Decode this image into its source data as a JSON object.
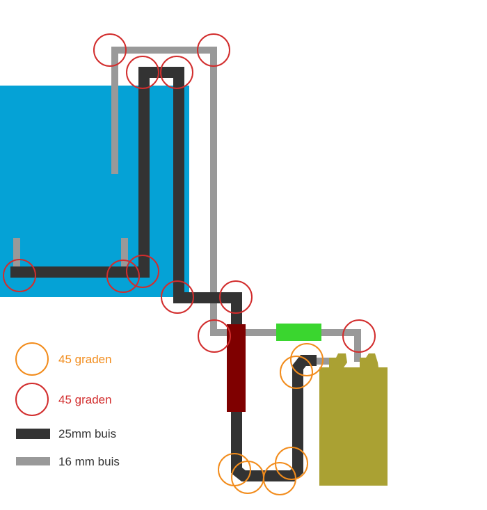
{
  "legend": {
    "items": [
      {
        "label": "45 graden",
        "color": "#f28c1c",
        "kind": "orange-circle"
      },
      {
        "label": "45 graden",
        "color": "#d22d2d",
        "kind": "red-circle"
      },
      {
        "label": "25mm buis",
        "color": "#333333",
        "kind": "thick-pipe"
      },
      {
        "label": "16 mm buis",
        "color": "#999999",
        "kind": "thin-pipe"
      }
    ]
  },
  "colors": {
    "water": "#05a2d6",
    "pipe_25mm": "#333333",
    "pipe_16mm": "#999999",
    "red_bend": "#d22d2d",
    "orange_bend": "#f28c1c",
    "filter": "#7f0000",
    "pump": "#3ad62f",
    "vessel": "#aaa133"
  }
}
